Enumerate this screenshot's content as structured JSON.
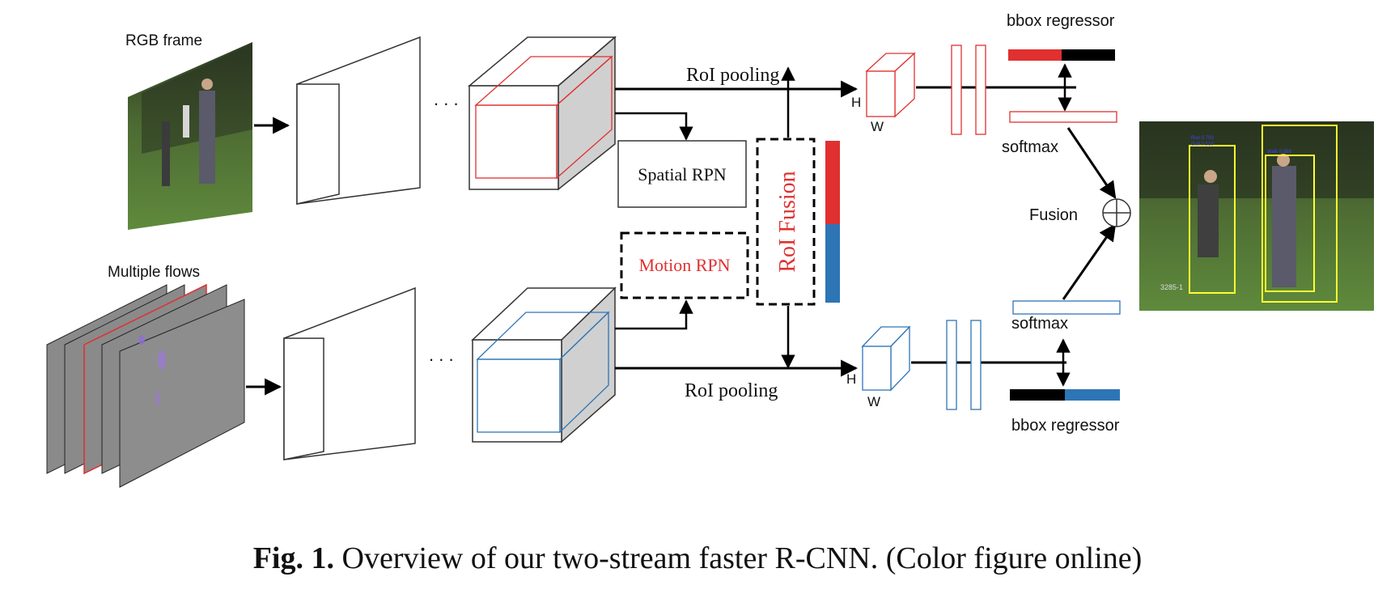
{
  "labels": {
    "rgb_frame": "RGB frame",
    "multiple_flows": "Multiple flows",
    "ellipsis": ". . .",
    "roi_pooling": "RoI pooling",
    "spatial_rpn": "Spatial RPN",
    "motion_rpn": "Motion RPN",
    "roi_fusion": "RoI Fusion",
    "h": "H",
    "w": "W",
    "bbox_regressor": "bbox regressor",
    "softmax": "softmax",
    "fusion": "Fusion"
  },
  "detection_labels": {
    "run": "Run 0.700",
    "golf": "Golf 0.519",
    "walk": "Walk 0.368",
    "frame_id": "3285-1"
  },
  "caption": {
    "prefix": "Fig. 1.",
    "text": " Overview of our two-stream faster R-CNN. (Color figure online)"
  },
  "colors": {
    "spatial": "#e03030",
    "motion": "#2e75b6",
    "black": "#000000",
    "gray_face": "#d0d0d0",
    "flow_gray": "#8a8a8a",
    "box_yellow": "#ffff30"
  }
}
